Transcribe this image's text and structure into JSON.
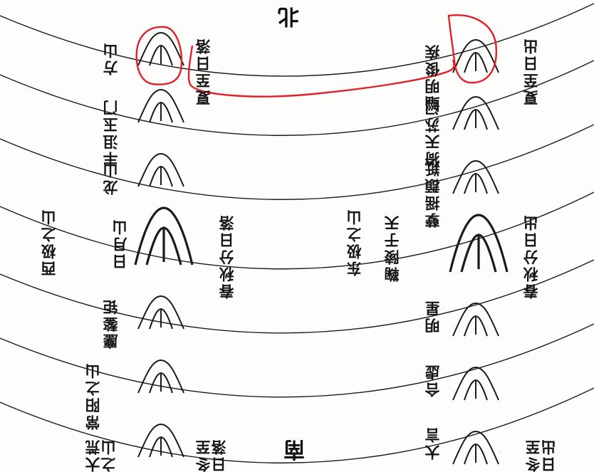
{
  "directions": {
    "north": "北",
    "south": "南"
  },
  "east_labels": [
    "鞠陵于天",
    "东极之山"
  ],
  "rows": [
    {
      "left_solar": "夏至日出",
      "left_mountain": "鲻明俊疾",
      "right_solar": "夏至日落",
      "right_mountain": "方山"
    },
    {
      "left_mountain": "猗天苏门",
      "right_mountain": "丰沮玉门"
    },
    {
      "left_mountain": "孽摇頵羝",
      "right_mountain": "龙山"
    },
    {
      "left_solar": "春秋分日出",
      "right_solar": "春秋分日落",
      "right_mountain": "日月山",
      "right_extra": "西极之山"
    },
    {
      "left_mountain": "明星",
      "right_mountain": "鏖鏊钜"
    },
    {
      "left_mountain": "合虚",
      "right_mountain": "常阳之山"
    },
    {
      "left_solar": "冬至日出",
      "left_mountain": "大言",
      "right_solar": "冬至日落",
      "right_mountain": "大荒之山"
    }
  ],
  "highlight_color": "#e0202a",
  "ink_color": "#1a1a1a"
}
